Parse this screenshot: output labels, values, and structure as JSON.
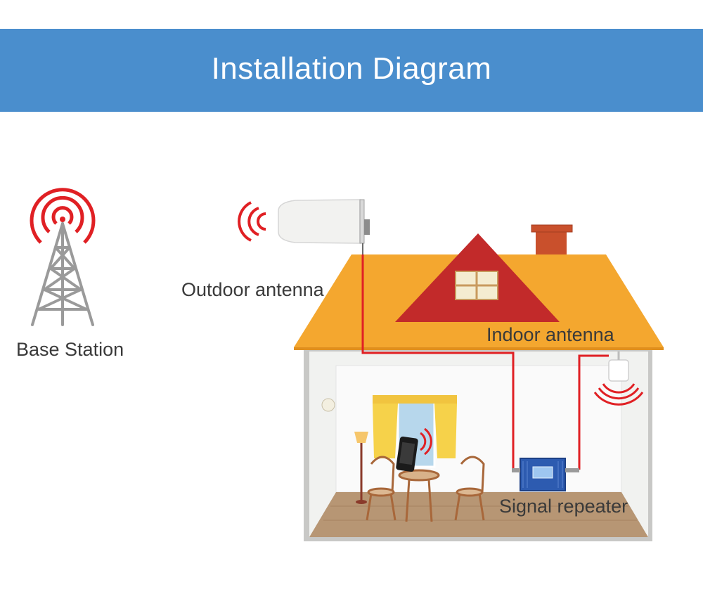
{
  "header": {
    "title": "Installation Diagram"
  },
  "colors": {
    "banner": "#4a8ecd",
    "signal_red": "#e02024",
    "roof": "#f4a72f",
    "gable": "#c22a2a",
    "chimney": "#c9502c",
    "wall": "#eff0ee",
    "floor": "#b79674",
    "tower_gray": "#9a9a9a",
    "repeater_blue": "#2d5bb0"
  },
  "labels": {
    "base_station": "Base Station",
    "outdoor_antenna": "Outdoor antenna",
    "indoor_antenna": "Indoor antenna",
    "signal_repeater": "Signal repeater"
  },
  "icons": [
    "cell-tower-icon",
    "signal-waves-icon",
    "outdoor-antenna-icon",
    "indoor-antenna-icon",
    "signal-repeater-icon",
    "phone-icon"
  ]
}
